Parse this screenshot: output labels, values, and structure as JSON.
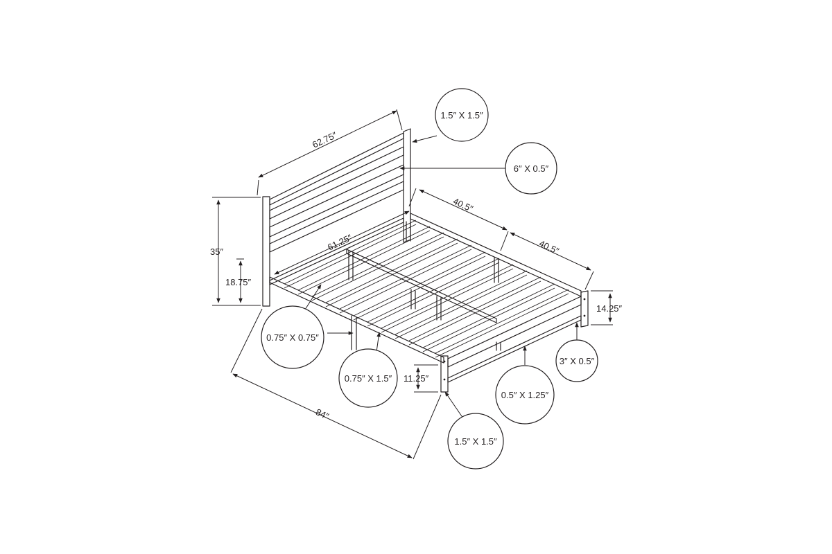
{
  "dimensions": {
    "headboard_width": "62.75″",
    "overall_height": "35″",
    "rail_height": "18.75″",
    "inner_width": "61.25″",
    "half_length_1": "40.5″",
    "half_length_2": "40.5″",
    "overall_length": "84″",
    "footboard_height": "14.25″",
    "clearance_height": "11.25″"
  },
  "callouts": {
    "headboard_post": "1.5″ X 1.5″",
    "headboard_panel": "6″ X 0.5″",
    "slat": "0.75″ X 0.75″",
    "side_rail": "0.75″ X 1.5″",
    "footboard_post": "1.5″ X 1.5″",
    "foot_rail": "0.5″ X 1.25″",
    "footboard_panel": "3″ X 0.5″"
  }
}
